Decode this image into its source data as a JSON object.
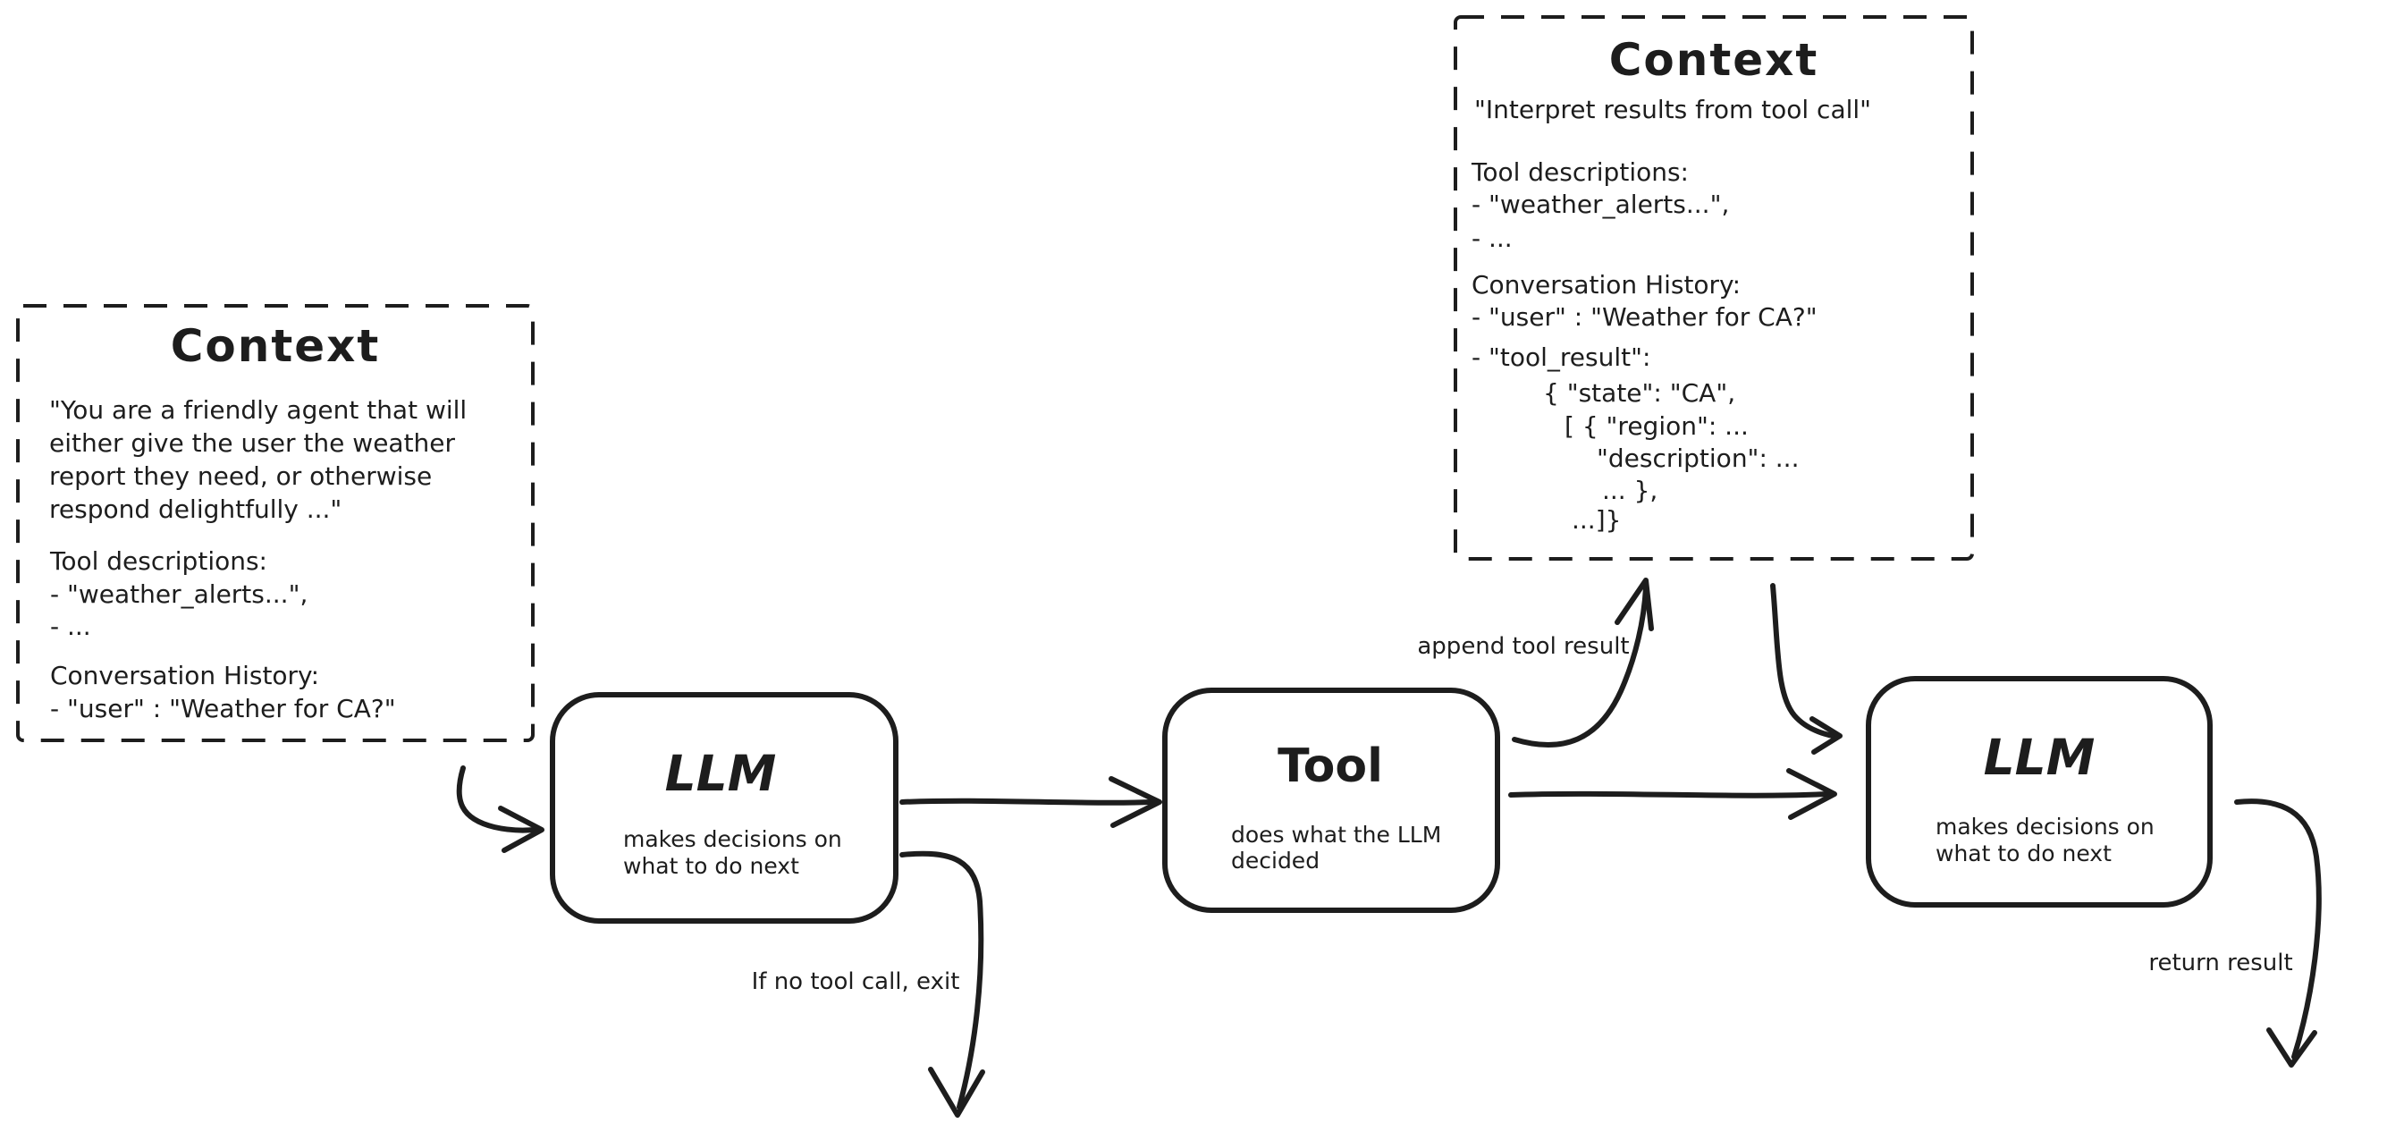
{
  "diagram": {
    "colors": {
      "ink": "#1d1d1d",
      "background": "#ffffff"
    },
    "context_left": {
      "title": "Context",
      "body_lines": [
        "\"You are a friendly agent that will",
        "either give the user the weather",
        "report they need, or otherwise",
        "respond delightfully ...\""
      ],
      "tool_desc_lines": [
        "Tool descriptions:",
        "- \"weather_alerts...\",",
        "- ..."
      ],
      "history_lines": [
        "Conversation History:",
        "- \"user\" : \"Weather for CA?\""
      ]
    },
    "context_top": {
      "title": "Context",
      "subtitle": "\"Interpret results from tool call\"",
      "tool_desc_lines": [
        "Tool descriptions:",
        "- \"weather_alerts...\",",
        "- ..."
      ],
      "history_lines": [
        "Conversation History:",
        "- \"user\" : \"Weather for CA?\"",
        "- \"tool_result\":",
        "{ \"state\": \"CA\",",
        "[ { \"region\": ...",
        "\"description\": ...",
        "... },",
        "...]}"
      ]
    },
    "llm_node_1": {
      "title": "LLM",
      "subtitle_lines": [
        "makes decisions on",
        "what to do next"
      ]
    },
    "tool_node": {
      "title": "Tool",
      "subtitle_lines": [
        "does what the LLM",
        "decided"
      ]
    },
    "llm_node_2": {
      "title": "LLM",
      "subtitle_lines": [
        "makes decisions on",
        "what to do next"
      ]
    },
    "edge_labels": {
      "append_tool_result": "append tool result",
      "no_tool_call_exit": "If no tool call, exit",
      "return_result": "return result"
    }
  }
}
